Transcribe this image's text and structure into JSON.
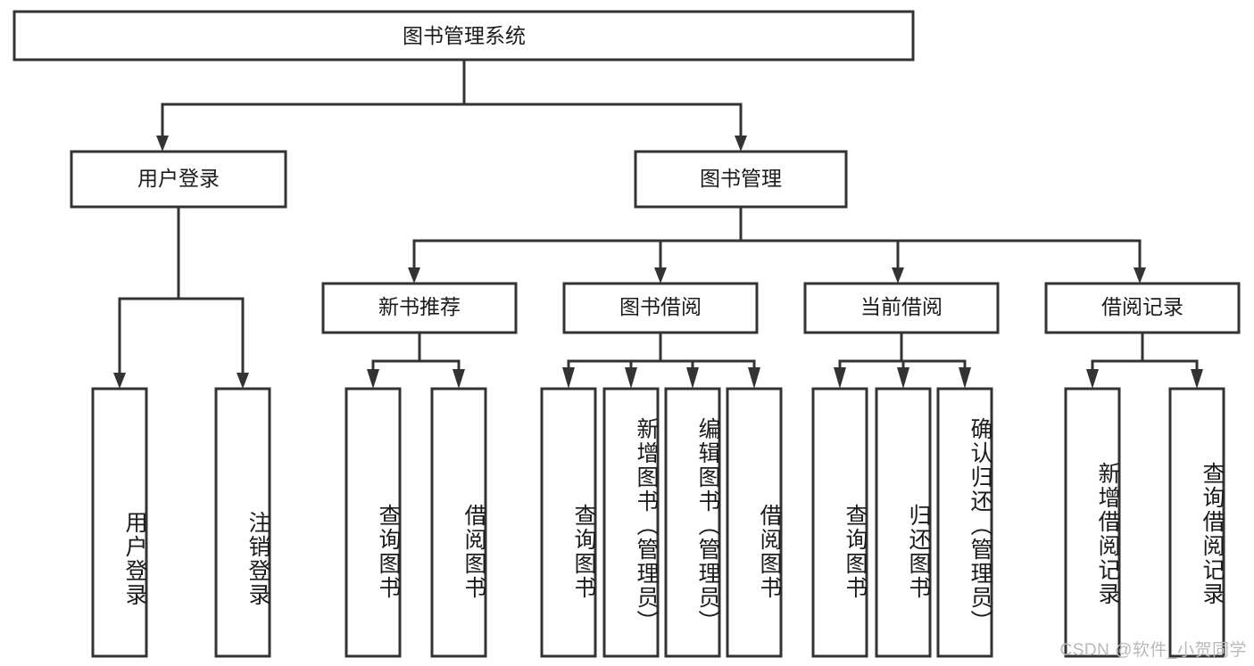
{
  "diagram": {
    "type": "tree-hierarchy-chart",
    "title": "图书管理系统",
    "watermark": "CSDN @软件_小贺同学",
    "colors": {
      "box_stroke": "#333333",
      "box_fill": "#ffffff",
      "text": "#1b1b1b",
      "connector": "#333333",
      "watermark": "#b9b9b9",
      "background": "#ffffff"
    },
    "root": {
      "label": "图书管理系统",
      "level": 0
    },
    "level2": [
      {
        "label": "用户登录"
      },
      {
        "label": "图书管理"
      }
    ],
    "level3": [
      {
        "label": "新书推荐"
      },
      {
        "label": "图书借阅"
      },
      {
        "label": "当前借阅"
      },
      {
        "label": "借阅记录"
      }
    ],
    "leaves": {
      "user_login": [
        {
          "label": "用户登录"
        },
        {
          "label": "注销登录"
        }
      ],
      "new_book_recommend": [
        {
          "label": "查询图书"
        },
        {
          "label": "借阅图书"
        }
      ],
      "book_borrow": [
        {
          "label": "查询图书"
        },
        {
          "label": "新增图书（管理员）"
        },
        {
          "label": "编辑图书（管理员）"
        },
        {
          "label": "借阅图书"
        }
      ],
      "current_borrow": [
        {
          "label": "查询图书"
        },
        {
          "label": "归还图书"
        },
        {
          "label": "确认归还（管理员）"
        }
      ],
      "borrow_record": [
        {
          "label": "新增借阅记录"
        },
        {
          "label": "查询借阅记录"
        }
      ]
    }
  }
}
